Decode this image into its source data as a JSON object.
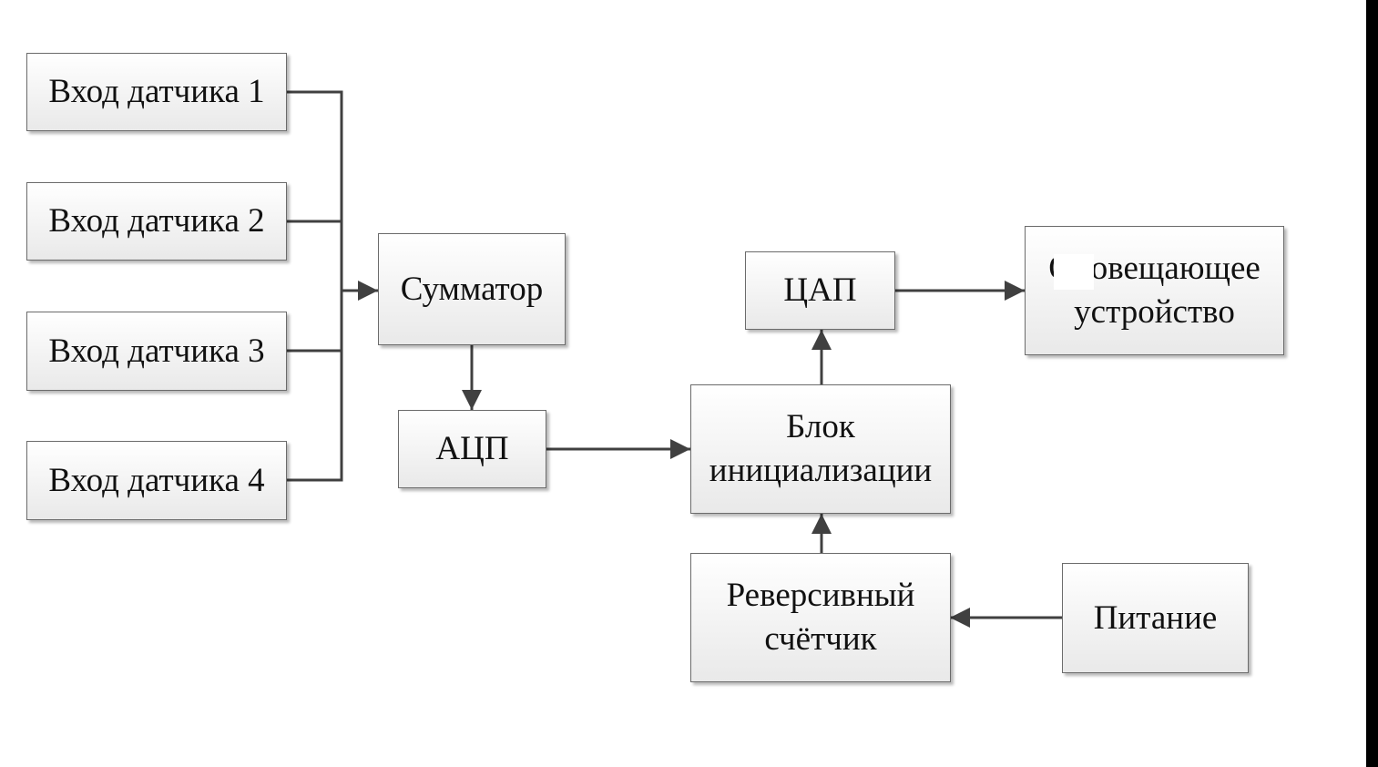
{
  "diagram": {
    "sensor_inputs": [
      "Вход датчика 1",
      "Вход датчика 2",
      "Вход датчика 3",
      "Вход датчика 4"
    ],
    "adder": "Сумматор",
    "adc": "АЦП",
    "init_block": [
      "Блок",
      "инициализации"
    ],
    "dac": "ЦАП",
    "alarm_device": [
      "Оповещающее",
      "устройство"
    ],
    "reverse_counter": [
      "Реверсивный",
      "счётчик"
    ],
    "power": "Питание"
  }
}
